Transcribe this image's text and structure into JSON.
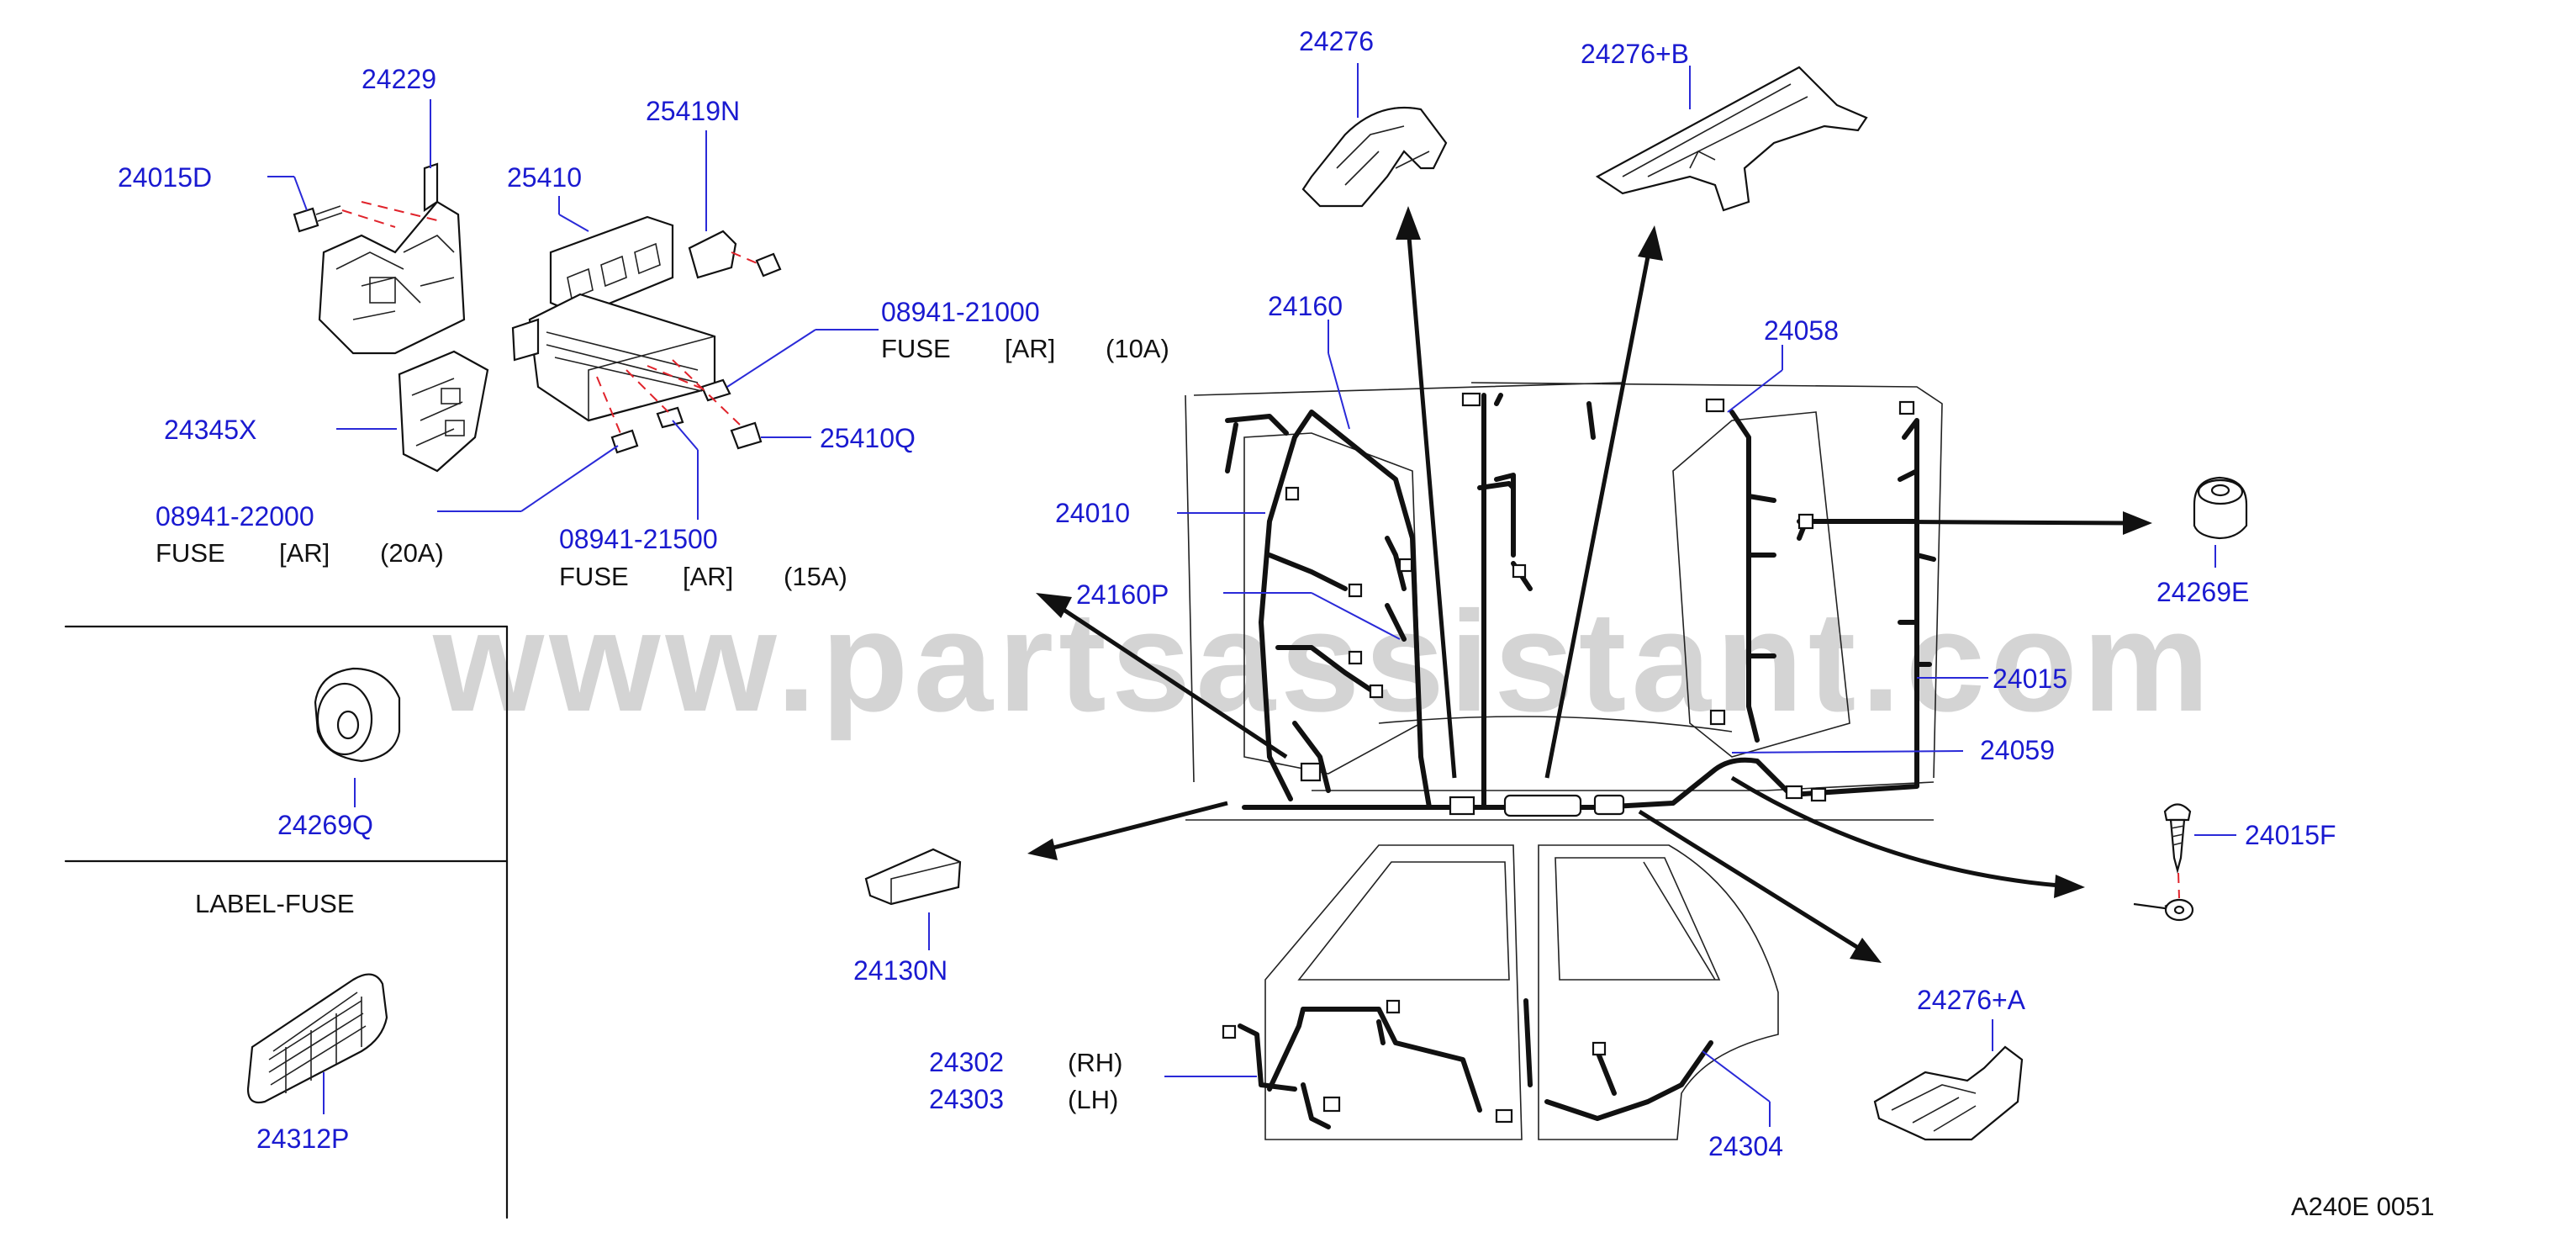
{
  "watermark": "www.partsassistant.com",
  "diagram_code": "A240E   0051",
  "label_fuse_title": "LABEL-FUSE",
  "colors": {
    "part_number": "#1a1ad0",
    "ink": "#111111",
    "dash_line": "#e0232b",
    "watermark": "#d4d4d4"
  },
  "parts": {
    "p24229": "24229",
    "p24015D": "24015D",
    "p25419N": "25419N",
    "p25410": "25410",
    "p08941_21000": "08941-21000",
    "p24345X": "24345X",
    "p25410Q": "25410Q",
    "p08941_22000": "08941-22000",
    "p08941_21500": "08941-21500",
    "p24276": "24276",
    "p24276B": "24276+B",
    "p24160": "24160",
    "p24058": "24058",
    "p24010": "24010",
    "p24160P": "24160P",
    "p24269E": "24269E",
    "p24015": "24015",
    "p24059": "24059",
    "p24269Q": "24269Q",
    "p24015F": "24015F",
    "p24130N": "24130N",
    "p24276A": "24276+A",
    "p24302": "24302",
    "p24303": "24303",
    "p24304": "24304",
    "p24312P": "24312P"
  },
  "fuse_specs": {
    "f10a": {
      "name": "FUSE",
      "code": "[AR]",
      "rating": "(10A)"
    },
    "f20a": {
      "name": "FUSE",
      "code": "[AR]",
      "rating": "(20A)"
    },
    "f15a": {
      "name": "FUSE",
      "code": "[AR]",
      "rating": "(15A)"
    }
  },
  "sides": {
    "rh": "(RH)",
    "lh": "(LH)"
  }
}
